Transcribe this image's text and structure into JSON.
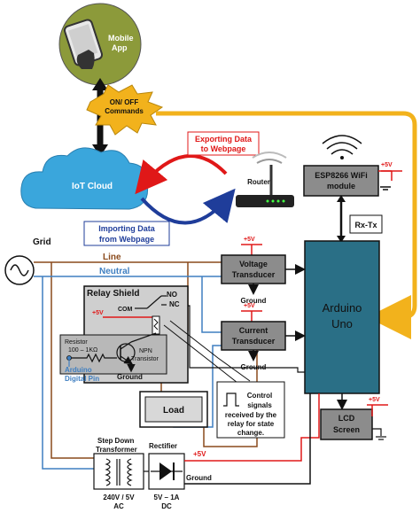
{
  "mobile": {
    "line1": "Mobile",
    "line2": "App"
  },
  "commands": {
    "line1": "ON/ OFF",
    "line2": "Commands"
  },
  "cloud": {
    "label": "IoT Cloud"
  },
  "exporting": {
    "line1": "Exporting Data",
    "line2": "to Webpage"
  },
  "importing": {
    "line1": "Importing Data",
    "line2": "from  Webpage"
  },
  "router": {
    "label": "Router"
  },
  "esp": {
    "line1": "ESP8266 WiFi",
    "line2": "module"
  },
  "rxtx": {
    "label": "Rx-Tx"
  },
  "supply": {
    "plus5v": "+5V",
    "ground": "Ground"
  },
  "grid": {
    "label": "Grid"
  },
  "wires": {
    "line": "Line",
    "neutral": "Neutral"
  },
  "voltage": {
    "line1": "Voltage",
    "line2": "Transducer"
  },
  "current": {
    "line1": "Current",
    "line2": "Transducer"
  },
  "arduino": {
    "line1": "Arduino",
    "line2": "Uno"
  },
  "relay": {
    "title": "Relay Shield",
    "no": "NO",
    "nc": "NC",
    "com": "COM",
    "resistor": "Resistor",
    "resistor_value": "100 – 1KΩ",
    "npn": "NPN",
    "transistor": "Transistor",
    "pin1": "Arduino",
    "pin2": "Digital Pin",
    "ground": "Ground"
  },
  "load": {
    "label": "Load"
  },
  "control": {
    "line1": "Control",
    "line2": "signals",
    "line3": "received by the",
    "line4": "relay for state",
    "line5": "change."
  },
  "lcd": {
    "line1": "LCD",
    "line2": "Screen"
  },
  "transformer": {
    "title1": "Step Down",
    "title2": "Transformer",
    "rating1": "240V / 5V",
    "rating2": "AC"
  },
  "rectifier": {
    "title": "Rectifier",
    "rating1": "5V – 1A",
    "rating2": "DC"
  },
  "colors": {
    "line": "#8a4a1c",
    "neutral": "#3f7fc1",
    "plus": "#e01818",
    "command": "#f2b21c",
    "box": "#8c8c8c",
    "arduino": "#2a6f86",
    "cloud": "#3aa6dc",
    "phone_bg": "#8c9a3a"
  }
}
